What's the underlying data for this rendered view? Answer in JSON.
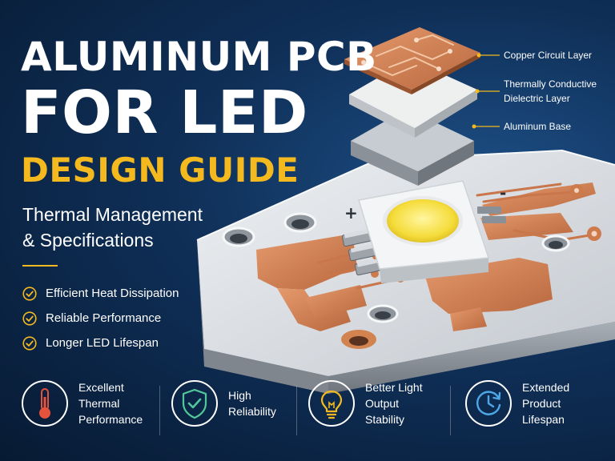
{
  "title": {
    "line1": "ALUMINUM PCB",
    "line2": "FOR LED",
    "line3": "DESIGN GUIDE"
  },
  "subtitle": {
    "line1": "Thermal Management",
    "line2": "& Specifications"
  },
  "benefits": [
    "Efficient Heat Dissipation",
    "Reliable Performance",
    "Longer LED Lifespan"
  ],
  "layers": {
    "copper": "Copper Circuit Layer",
    "dielectric_line1": "Thermally Conductive",
    "dielectric_line2": "Dielectric Layer",
    "base": "Aluminum Base"
  },
  "board_marks": {
    "plus": "+",
    "minus": "-"
  },
  "features": [
    {
      "line1": "Excellent",
      "line2": "Thermal",
      "line3": "Performance",
      "icon": "thermometer-icon"
    },
    {
      "line1": "High",
      "line2": "Reliability",
      "icon": "shield-check-icon"
    },
    {
      "line1": "Better Light",
      "line2": "Output",
      "line3": "Stability",
      "icon": "lightbulb-icon"
    },
    {
      "line1": "Extended",
      "line2": "Product",
      "line3": "Lifespan",
      "icon": "clock-refresh-icon"
    }
  ],
  "colors": {
    "background": "#0f2f57",
    "accent_yellow": "#f3b91f",
    "copper": "#d3845a",
    "aluminum": "#d7dbe0",
    "icon_red": "#e5533d",
    "icon_green": "#52c79a",
    "icon_blue": "#4ea8e8"
  }
}
